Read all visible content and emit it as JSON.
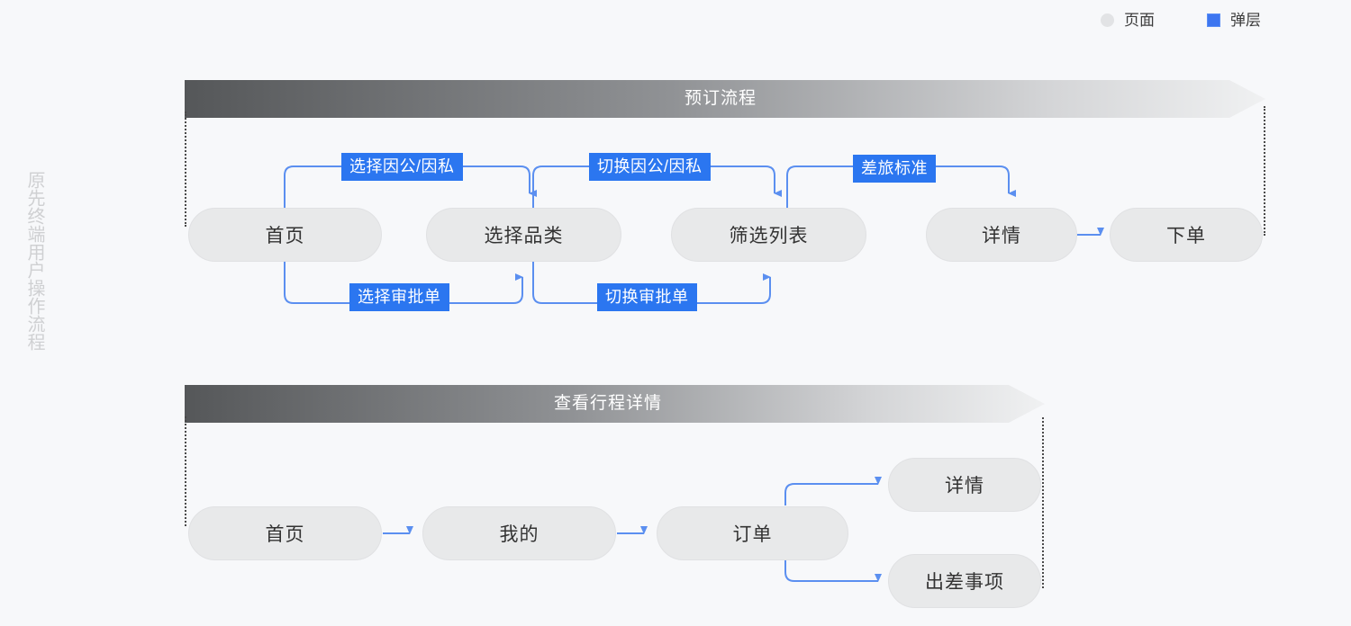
{
  "legend": {
    "items": [
      {
        "icon": "circle-swatch-icon",
        "label": "页面",
        "color": "#e2e3e5"
      },
      {
        "icon": "square-swatch-icon",
        "label": "弹层",
        "color": "#3d76f0"
      }
    ]
  },
  "side_caption": "原先终端用户操作流程",
  "colors": {
    "background": "#f7f8fa",
    "node_fill": "#e8e9ea",
    "edge_blue": "#5b8ff0",
    "label_blue": "#2b76f0",
    "banner_dark": "#575757",
    "banner_light": "#eceded",
    "caption_gray": "#cfd0d2"
  },
  "sections": [
    {
      "id": "booking-flow",
      "banner_title": "预订流程",
      "nodes": [
        {
          "id": "home",
          "label": "首页",
          "type": "page"
        },
        {
          "id": "category",
          "label": "选择品类",
          "type": "page"
        },
        {
          "id": "filter-list",
          "label": "筛选列表",
          "type": "page"
        },
        {
          "id": "detail",
          "label": "详情",
          "type": "page"
        },
        {
          "id": "place-order",
          "label": "下单",
          "type": "page"
        }
      ],
      "edge_labels": [
        {
          "id": "choose-business-private",
          "label": "选择因公/因私",
          "from": "home",
          "to": "category",
          "position": "top"
        },
        {
          "id": "choose-approval",
          "label": "选择审批单",
          "from": "home",
          "to": "category",
          "position": "bottom"
        },
        {
          "id": "switch-business-private",
          "label": "切换因公/因私",
          "from": "category",
          "to": "filter-list",
          "position": "top"
        },
        {
          "id": "switch-approval",
          "label": "切换审批单",
          "from": "category",
          "to": "filter-list",
          "position": "bottom"
        },
        {
          "id": "travel-standard",
          "label": "差旅标准",
          "from": "filter-list",
          "to": "detail",
          "position": "top"
        }
      ]
    },
    {
      "id": "itinerary-flow",
      "banner_title": "查看行程详情",
      "nodes": [
        {
          "id": "home2",
          "label": "首页",
          "type": "page"
        },
        {
          "id": "mine",
          "label": "我的",
          "type": "page"
        },
        {
          "id": "orders",
          "label": "订单",
          "type": "page"
        },
        {
          "id": "trip-detail",
          "label": "详情",
          "type": "page"
        },
        {
          "id": "trip-items",
          "label": "出差事项",
          "type": "page"
        }
      ],
      "edge_labels": []
    }
  ]
}
